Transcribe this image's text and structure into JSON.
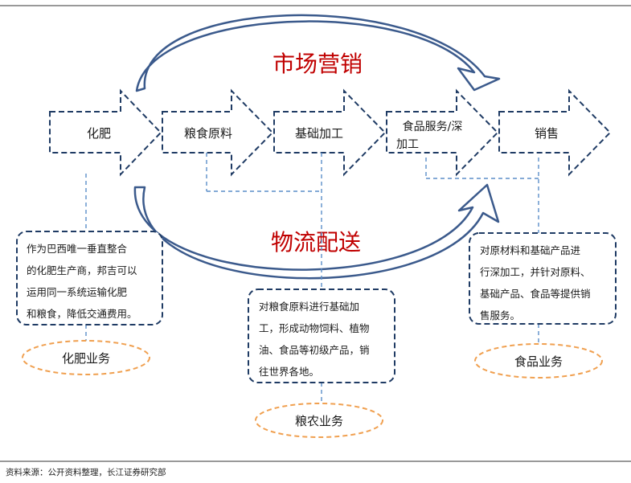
{
  "chain": {
    "steps": [
      {
        "label": "化肥"
      },
      {
        "label": "粮食原料"
      },
      {
        "label": "基础加工"
      },
      {
        "label_lines": [
          "食品服务/深",
          "加工"
        ]
      },
      {
        "label": "销售"
      }
    ]
  },
  "arcs": {
    "top_label": "市场营销",
    "bottom_label": "物流配送"
  },
  "boxes": {
    "fertilizer": {
      "lines": [
        "作为巴西唯一垂直整合",
        "的化肥生产商，邦吉可以",
        "运用同一系统运输化肥",
        "和粮食，降低交通费用。"
      ],
      "business": "化肥业务"
    },
    "grain": {
      "lines": [
        "对粮食原料进行基础加",
        "工，形成动物饲料、植物",
        "油、食品等初级产品，销",
        "往世界各地。"
      ],
      "business": "粮农业务"
    },
    "food": {
      "lines": [
        "对原材料和基础产品进",
        "行深加工，并针对原料、",
        "基础产品、食品等提供销",
        "售服务。"
      ],
      "business": "食品业务"
    }
  },
  "source": "资料来源：公开资料整理，长江证券研究部",
  "colors": {
    "arrow_stroke": "#1f3b64",
    "arc_stroke": "#3b5a8c",
    "dashed_line": "#5b8ec9",
    "box_border": "#1f3b64",
    "oval_border": "#f0a050",
    "title_red": "#c00000"
  }
}
